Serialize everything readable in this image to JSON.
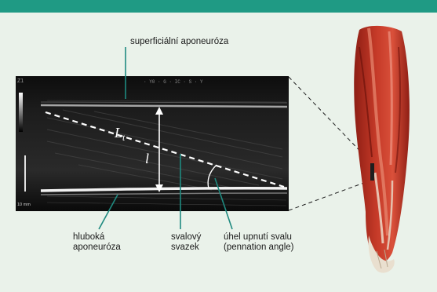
{
  "labels": {
    "superficial": "superficiální aponeuróza",
    "deep_line1": "hluboká",
    "deep_line2": "aponeuróza",
    "fascicle_line1": "svalový",
    "fascicle_line2": "svazek",
    "angle_line1": "úhel upnutí svalu",
    "angle_line2": "(pennation angle)",
    "lt": "Lt",
    "l": "l",
    "scale": "10 mm"
  },
  "colors": {
    "header": "#1f9a84",
    "background": "#eaf2ea",
    "leader_lines": "#1f8a80"
  },
  "icons": {
    "muscle": "leg-muscle-anatomy-illustration"
  }
}
